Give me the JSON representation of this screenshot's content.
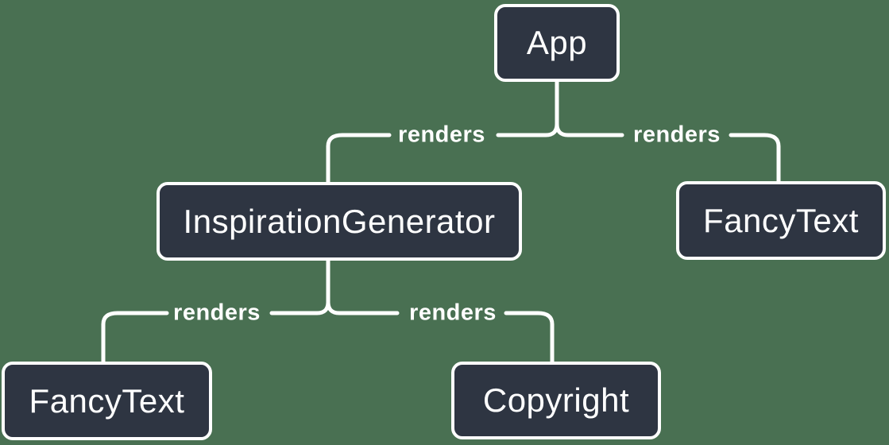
{
  "diagram": {
    "colors": {
      "background": "#497052",
      "node_fill": "#2e3542",
      "node_border": "#ffffff",
      "edge_line": "#ffffff",
      "text": "#ffffff"
    },
    "nodes": [
      {
        "id": "app",
        "label": "App"
      },
      {
        "id": "inspiration-generator",
        "label": "InspirationGenerator"
      },
      {
        "id": "fancy-text-top",
        "label": "FancyText"
      },
      {
        "id": "fancy-text-bottom",
        "label": "FancyText"
      },
      {
        "id": "copyright",
        "label": "Copyright"
      }
    ],
    "edges": [
      {
        "from": "App",
        "to": "InspirationGenerator",
        "label": "renders"
      },
      {
        "from": "App",
        "to": "FancyText",
        "label": "renders"
      },
      {
        "from": "InspirationGenerator",
        "to": "FancyText",
        "label": "renders"
      },
      {
        "from": "InspirationGenerator",
        "to": "Copyright",
        "label": "renders"
      }
    ]
  }
}
